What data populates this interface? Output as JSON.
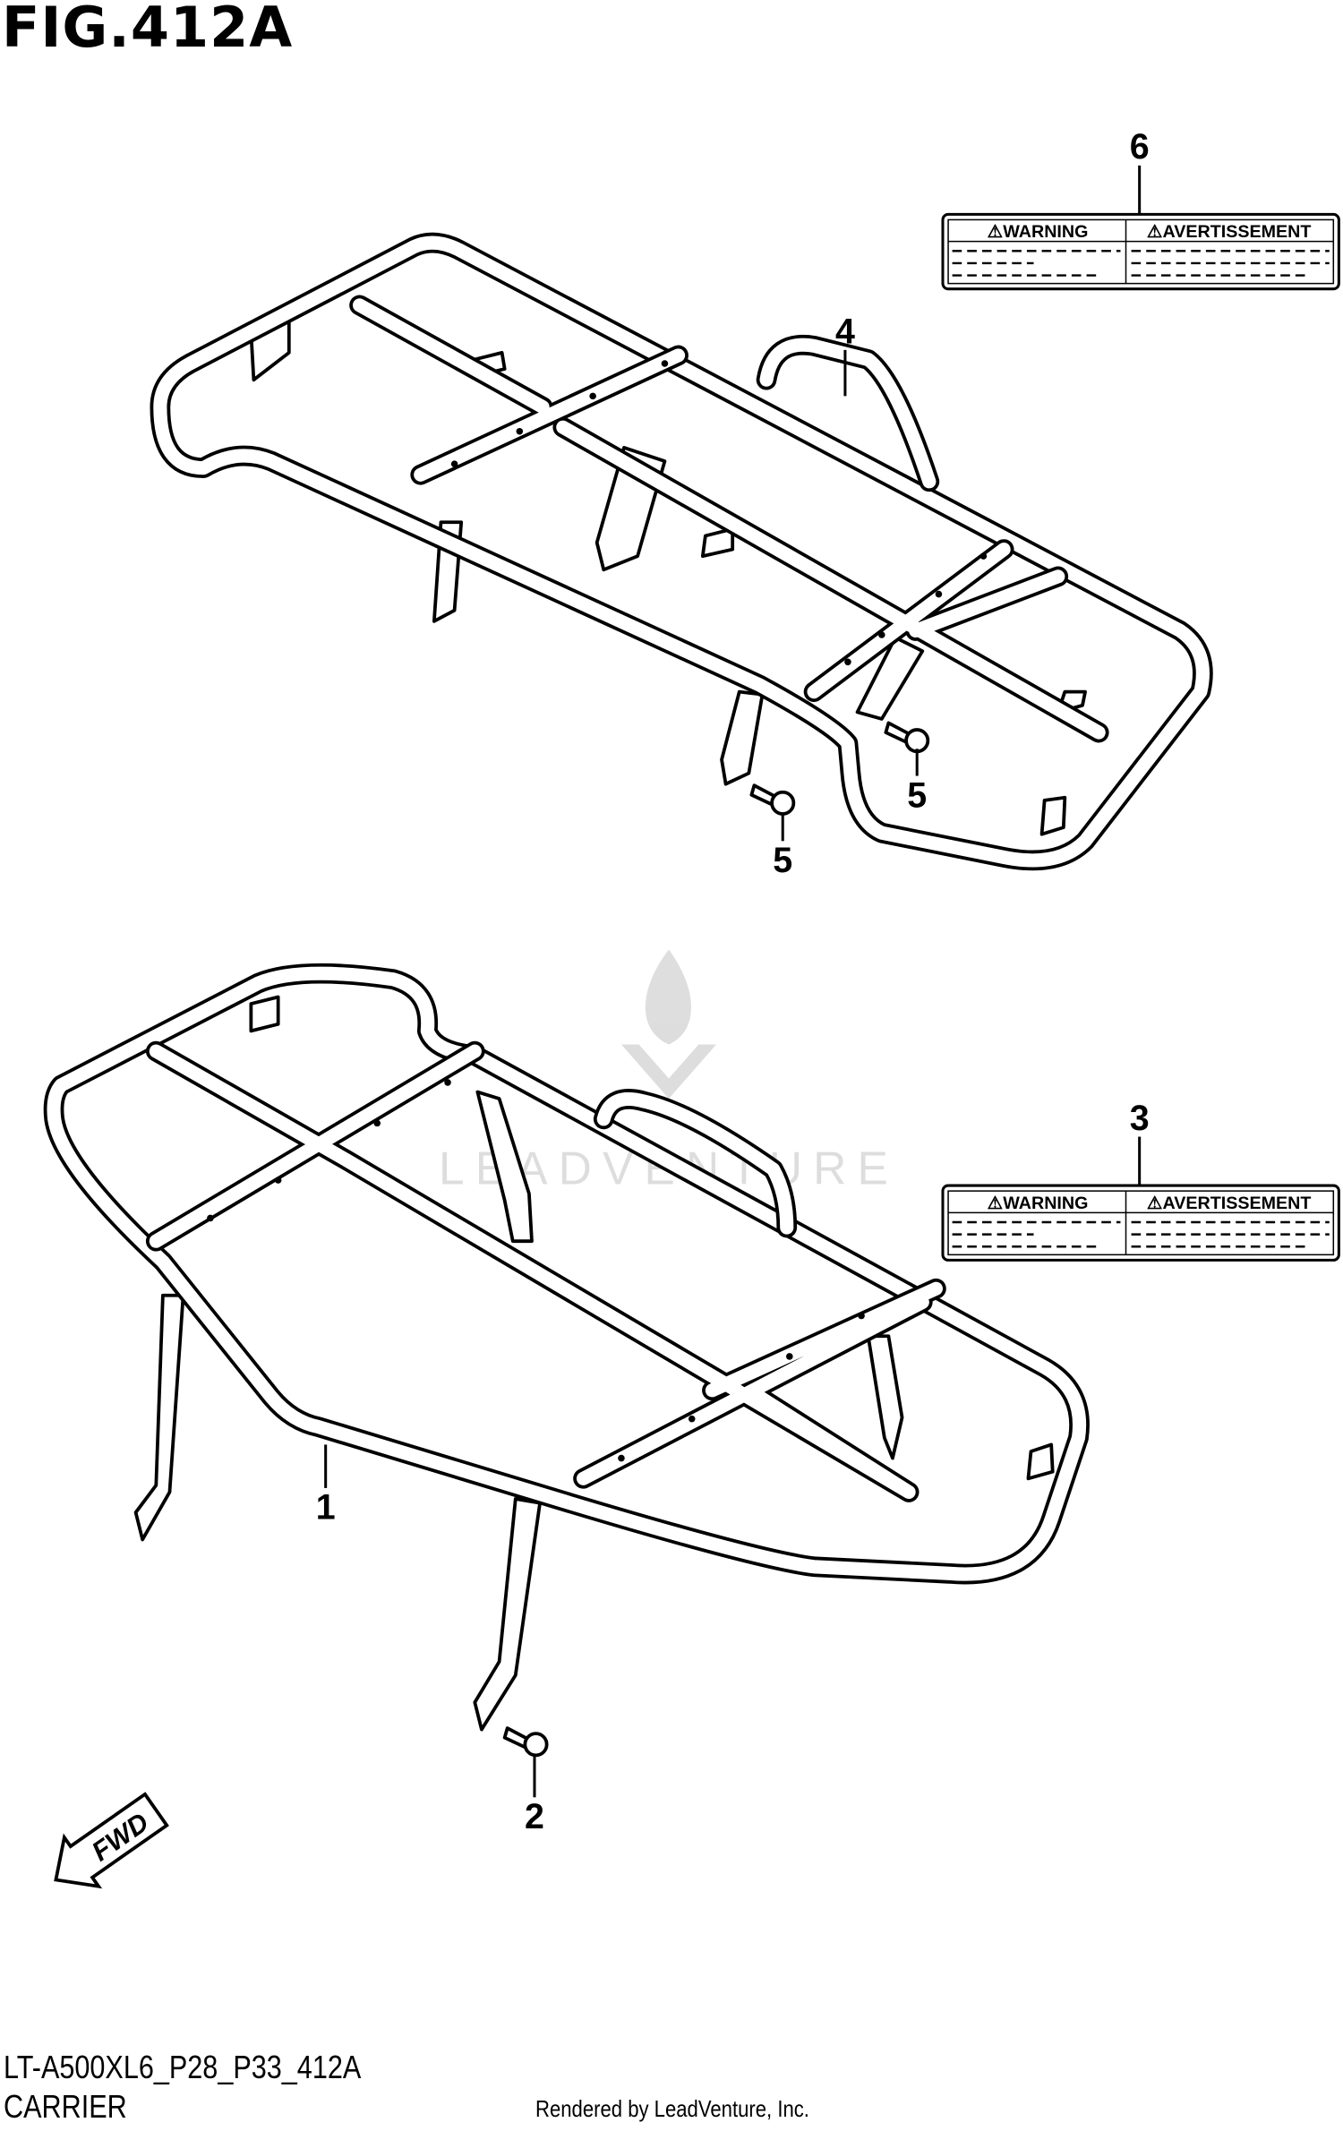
{
  "figure": {
    "title": "FIG.412A",
    "code": "LT-A500XL6_P28_P33_412A",
    "caption": "CARRIER",
    "credit": "Rendered by LeadVenture, Inc.",
    "watermark": "LEADVENTURE"
  },
  "callouts": {
    "c1": "1",
    "c2": "2",
    "c3": "3",
    "c4": "4",
    "c5a": "5",
    "c5b": "5",
    "c6": "6"
  },
  "labels": {
    "warning": "WARNING",
    "avertissement": "AVERTISSEMENT"
  },
  "fwd": "FWD"
}
